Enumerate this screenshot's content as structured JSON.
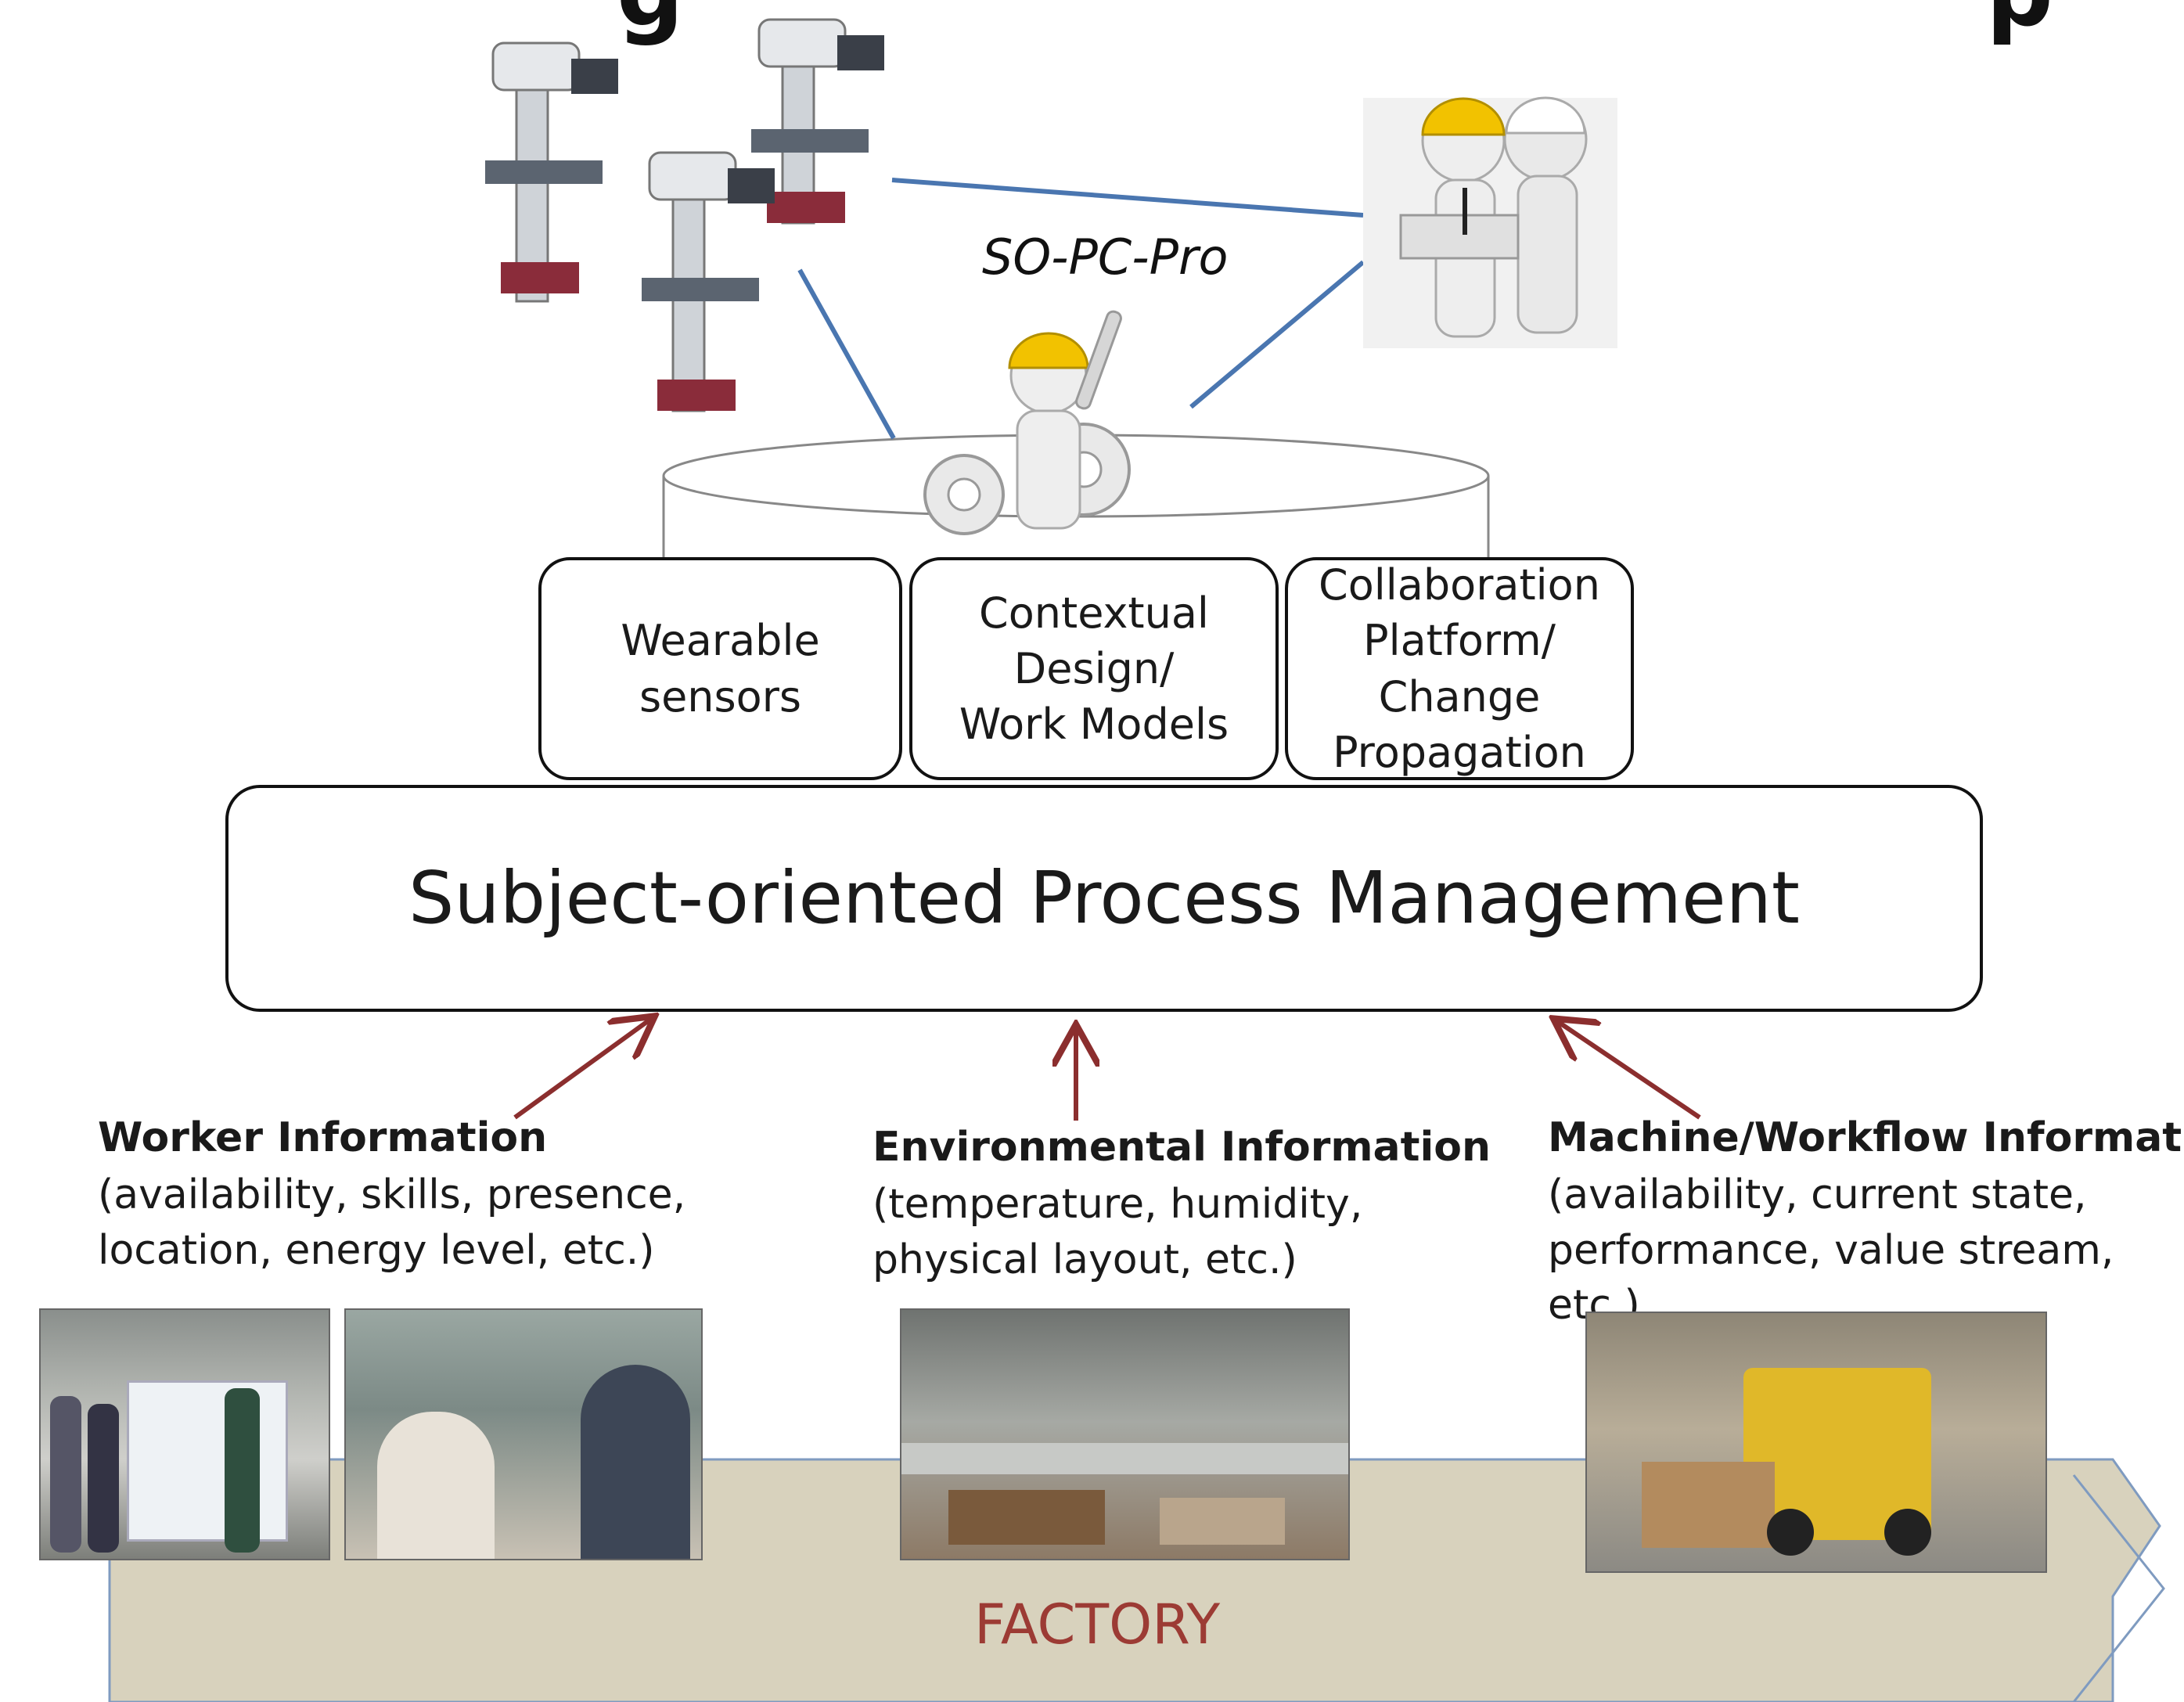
{
  "title_fragment": "g",
  "title_fragment_right": "p",
  "platform_label": "SO-PC-Pro",
  "components": [
    {
      "label": "Wearable\nsensors"
    },
    {
      "label": "Contextual\nDesign/\nWork Models"
    },
    {
      "label": "Collaboration\nPlatform/\nChange\nPropagation"
    }
  ],
  "main_box": {
    "label": "Subject-oriented Process Management"
  },
  "sources": [
    {
      "title": "Worker Information",
      "body": "(availability, skills, presence,\nlocation, energy level, etc.)"
    },
    {
      "title": "Environmental Information",
      "body": "(temperature, humidity,\nphysical layout, etc.)"
    },
    {
      "title": "Machine/Workflow Information",
      "body": "(availability, current state,\nperformance, value stream, etc.)"
    }
  ],
  "factory_label": "FACTORY",
  "icons": [
    "milling-machine-icon",
    "engineers-icon",
    "worker-with-gears-icon"
  ],
  "colors": {
    "connector_line": "#4a76b0",
    "input_arrow": "#8b2e2e",
    "factory_band": "#d8d2bd",
    "factory_band_border": "#7f9bc0",
    "factory_text": "#9c3b34",
    "helmet": "#f2c200"
  }
}
